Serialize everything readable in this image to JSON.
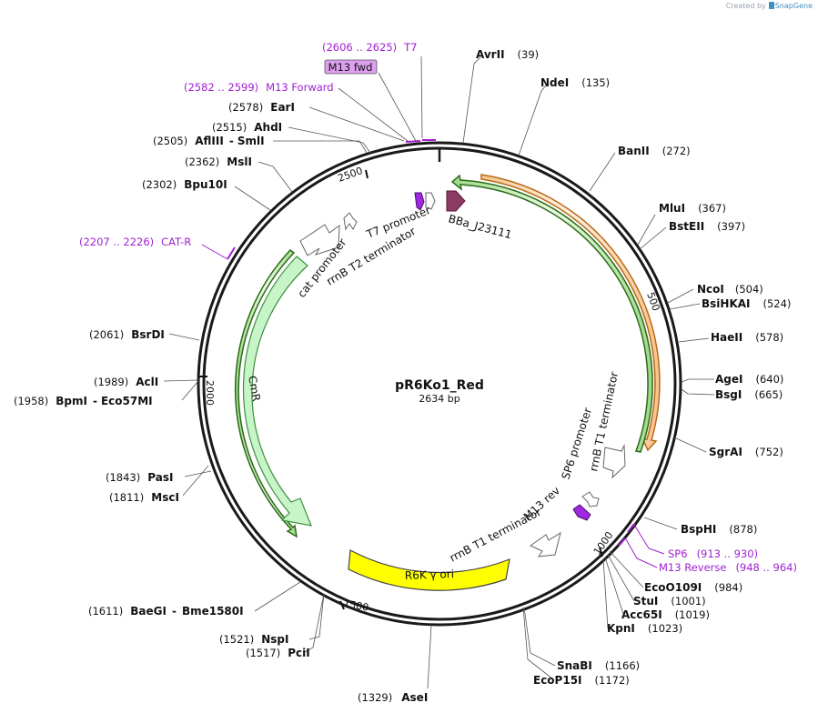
{
  "credit": {
    "prefix": "Created by",
    "brand": "SnapGene"
  },
  "plasmid": {
    "name": "pR6Ko1_Red",
    "length_label": "2634 bp",
    "length_bp": 2634
  },
  "ticks": [
    "500",
    "1000",
    "1500",
    "2000",
    "2500"
  ],
  "enzymes": [
    {
      "name": "AvrII",
      "pos": "(39)"
    },
    {
      "name": "NdeI",
      "pos": "(135)"
    },
    {
      "name": "BanII",
      "pos": "(272)"
    },
    {
      "name": "MluI",
      "pos": "(367)"
    },
    {
      "name": "BstEII",
      "pos": "(397)"
    },
    {
      "name": "NcoI",
      "pos": "(504)"
    },
    {
      "name": "BsiHKAI",
      "pos": "(524)"
    },
    {
      "name": "HaeII",
      "pos": "(578)"
    },
    {
      "name": "AgeI",
      "pos": "(640)"
    },
    {
      "name": "BsgI",
      "pos": "(665)"
    },
    {
      "name": "SgrAI",
      "pos": "(752)"
    },
    {
      "name": "BspHI",
      "pos": "(878)"
    },
    {
      "name": "EcoO109I",
      "pos": "(984)"
    },
    {
      "name": "StuI",
      "pos": "(1001)"
    },
    {
      "name": "Acc65I",
      "pos": "(1019)"
    },
    {
      "name": "KpnI",
      "pos": "(1023)"
    },
    {
      "name": "SnaBI",
      "pos": "(1166)"
    },
    {
      "name": "EcoP15I",
      "pos": "(1172)"
    },
    {
      "name": "AseI",
      "pos": "(1329)"
    },
    {
      "name": "PciI",
      "pos": "(1517)"
    },
    {
      "name": "NspI",
      "pos": "(1521)"
    },
    {
      "name": "BaeGI",
      "name2": "Bme1580I",
      "pos": "(1611)"
    },
    {
      "name": "MscI",
      "pos": "(1811)"
    },
    {
      "name": "PasI",
      "pos": "(1843)"
    },
    {
      "name": "BpmI",
      "name2": "Eco57MI",
      "pos": "(1958)"
    },
    {
      "name": "AclI",
      "pos": "(1989)"
    },
    {
      "name": "BsrDI",
      "pos": "(2061)"
    },
    {
      "name": "Bpu10I",
      "pos": "(2302)"
    },
    {
      "name": "MslI",
      "pos": "(2362)"
    },
    {
      "name": "AflIII",
      "name2": "SmlI",
      "pos": "(2505)"
    },
    {
      "name": "AhdI",
      "pos": "(2515)"
    },
    {
      "name": "EarI",
      "pos": "(2578)"
    }
  ],
  "primers": [
    {
      "name": "T7",
      "range": "(2606 .. 2625)"
    },
    {
      "name": "M13 Forward",
      "range": "(2582 .. 2599)"
    },
    {
      "name": "CAT-R",
      "range": "(2207 .. 2226)"
    },
    {
      "name": "SP6",
      "range": "(913 .. 930)"
    },
    {
      "name": "M13 Reverse",
      "range": "(948 .. 964)"
    }
  ],
  "features": {
    "m13fwd": "M13 fwd",
    "t7promoter": "T7 promoter",
    "bba": "BBa_J23111",
    "rrnbt2": "rrnB T2 terminator",
    "catpromoter": "cat promoter",
    "cmr": "CmR",
    "sp6promoter": "SP6 promoter",
    "rrnbt1a": "rrnB T1 terminator",
    "m13rev": "M13 rev",
    "rrnbt1b": "rrnB T1 terminator",
    "r6k": "R6K γ ori"
  },
  "colors": {
    "backbone": "#1a1a1a",
    "primer": "#a020d0",
    "m13fwd_fill": "#dda0f0",
    "bba_fill": "#8b3a62",
    "orange_arrow": "#f2a55a",
    "green_arrow": "#79c060",
    "cmr_fill": "#c8f5c8",
    "r6k_fill": "#ffff00"
  }
}
